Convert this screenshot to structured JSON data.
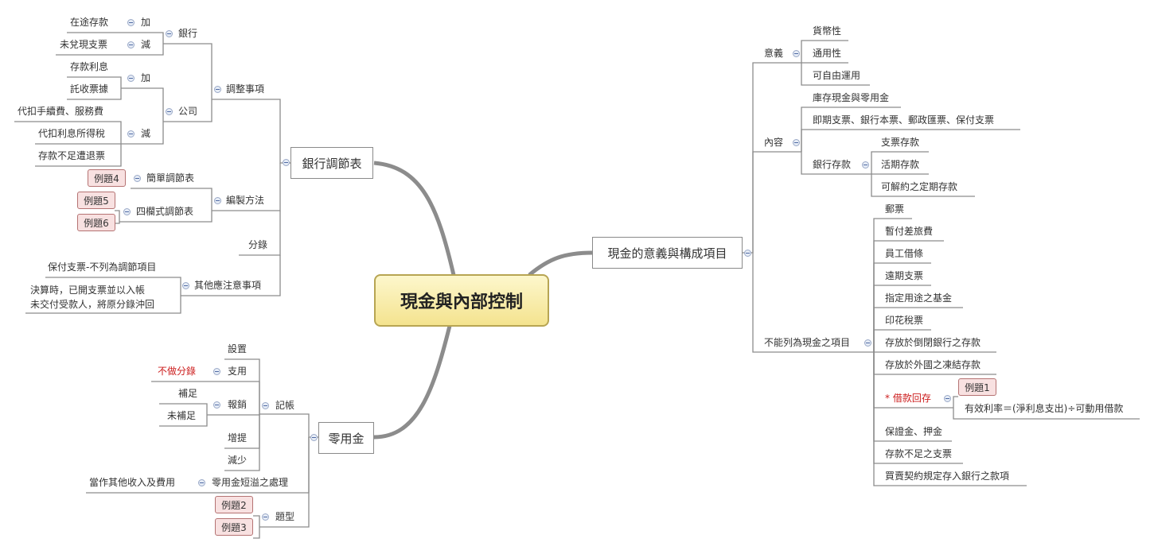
{
  "central": "現金與內部控制",
  "branches": {
    "bank": "銀行調節表",
    "petty": "零用金",
    "cash": "現金的意義與構成項目"
  },
  "bank": {
    "adjust": "調整事項",
    "bank_side": "銀行",
    "add": "加",
    "subtract": "減",
    "deposit_transit": "在途存款",
    "outstanding_checks": "未兌現支票",
    "company_side": "公司",
    "interest_income": "存款利息",
    "collection_notes": "託收票據",
    "service_fees": "代扣手續費、服務費",
    "withheld_tax": "代扣利息所得稅",
    "nsf_checks": "存款不足遭退票",
    "method": "編製方法",
    "simple": "簡單調節表",
    "four_column": "四欄式調節表",
    "ex4": "例題4",
    "ex5": "例題5",
    "ex6": "例題6",
    "entries": "分錄",
    "other_notes": "其他應注意事項",
    "note1": "保付支票-不列為調節項目",
    "note2_line1": "決算時，已開支票並以入帳",
    "note2_line2": "未交付受款人，將原分錄沖回"
  },
  "petty": {
    "bookkeeping": "記帳",
    "setup": "設置",
    "spend": "支用",
    "no_entry": "不做分錄",
    "reimburse": "報銷",
    "replenish": "補足",
    "not_replenish": "未補足",
    "increase": "增提",
    "decrease": "減少",
    "shortage": "零用金短溢之處理",
    "shortage_treatment": "當作其他收入及費用",
    "question_type": "題型",
    "ex2": "例題2",
    "ex3": "例題3"
  },
  "cash": {
    "meaning": "意義",
    "currency": "貨幣性",
    "general": "通用性",
    "free_use": "可自由運用",
    "content": "內容",
    "cash_on_hand": "庫存現金與零用金",
    "instruments": "即期支票、銀行本票、郵政匯票、保付支票",
    "bank_deposits": "銀行存款",
    "checking": "支票存款",
    "savings": "活期存款",
    "time_deposit": "可解約之定期存款",
    "not_cash": "不能列為現金之項目",
    "stamps": "郵票",
    "travel_advance": "暫付差旅費",
    "employee_iou": "員工借條",
    "postdated": "遠期支票",
    "designated_fund": "指定用途之基金",
    "revenue_stamps": "印花稅票",
    "bankrupt_bank": "存放於倒閉銀行之存款",
    "frozen_foreign": "存放於外國之凍結存款",
    "compensating": "* 借款回存",
    "ex1": "例題1",
    "effective_rate": "有效利率＝(淨利息支出)÷可動用借款",
    "guarantee": "保證金、押金",
    "nsf": "存款不足之支票",
    "contract_deposit": "買賣契約規定存入銀行之款項"
  }
}
